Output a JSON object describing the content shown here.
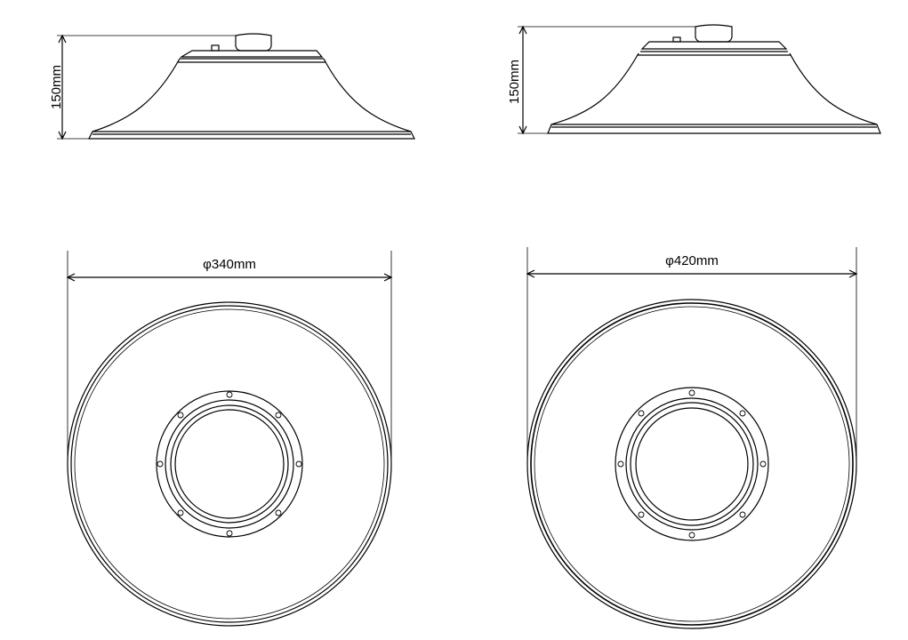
{
  "colors": {
    "line": "#000000",
    "background": "#ffffff"
  },
  "small_lamp": {
    "height_label": "150mm",
    "diameter_label": "φ340mm"
  },
  "large_lamp": {
    "height_label": "150mm",
    "diameter_label": "φ420mm"
  }
}
